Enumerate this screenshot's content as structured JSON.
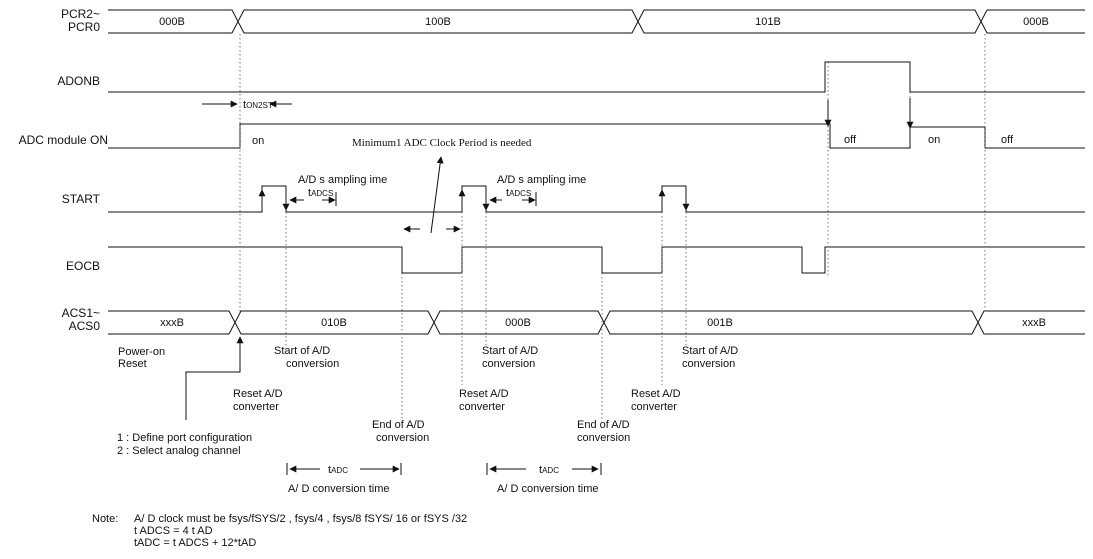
{
  "signals": {
    "pcr": {
      "name_line1": "PCR2~",
      "name_line2": "PCR0",
      "values": [
        "000B",
        "100B",
        "101B",
        "000B"
      ]
    },
    "adonb": {
      "name": "ADONB"
    },
    "adc_on": {
      "name": "ADC module ON",
      "states": [
        "on",
        "off",
        "on",
        "off"
      ]
    },
    "start": {
      "name": "START"
    },
    "eocb": {
      "name": "EOCB"
    },
    "acs": {
      "name_line1": "ACS1~",
      "name_line2": "ACS0",
      "values": [
        "xxxB",
        "010B",
        "000B",
        "001B",
        "xxxB"
      ]
    }
  },
  "timing": {
    "t": "t",
    "on2st": "ON2ST",
    "adcs": "ADCS",
    "adc": "ADC",
    "min_clock": "Minimum1   ADC Clock Period is needed",
    "sampling_1": "A/D s ampling ime",
    "sampling_2": "A/D s ampling ime",
    "conversion_time_1": "A/  D conversion time",
    "conversion_time_2": "A/  D conversion time"
  },
  "events": {
    "power_on_1": "Power-on",
    "power_on_2": "Reset",
    "start_ad_1": "Start of A/D",
    "start_ad_2": "conversion",
    "reset_ad_1": "Reset A/D",
    "reset_ad_2": "converter",
    "end_ad_1": "End of A/D",
    "end_ad_2": "conversion",
    "step1": "1 :   Define port configuration",
    "step2": "2 :   Select analog channel"
  },
  "note": {
    "label": "Note:",
    "line1": "A/   D clock must be fsys/fSYS/2 , fsys/4 , fsys/8 fSYS/ 16 or fSYS /32",
    "line2": "t ADCS = 4 t AD",
    "line3": "tADC  = t ADCS  + 12*tAD"
  }
}
